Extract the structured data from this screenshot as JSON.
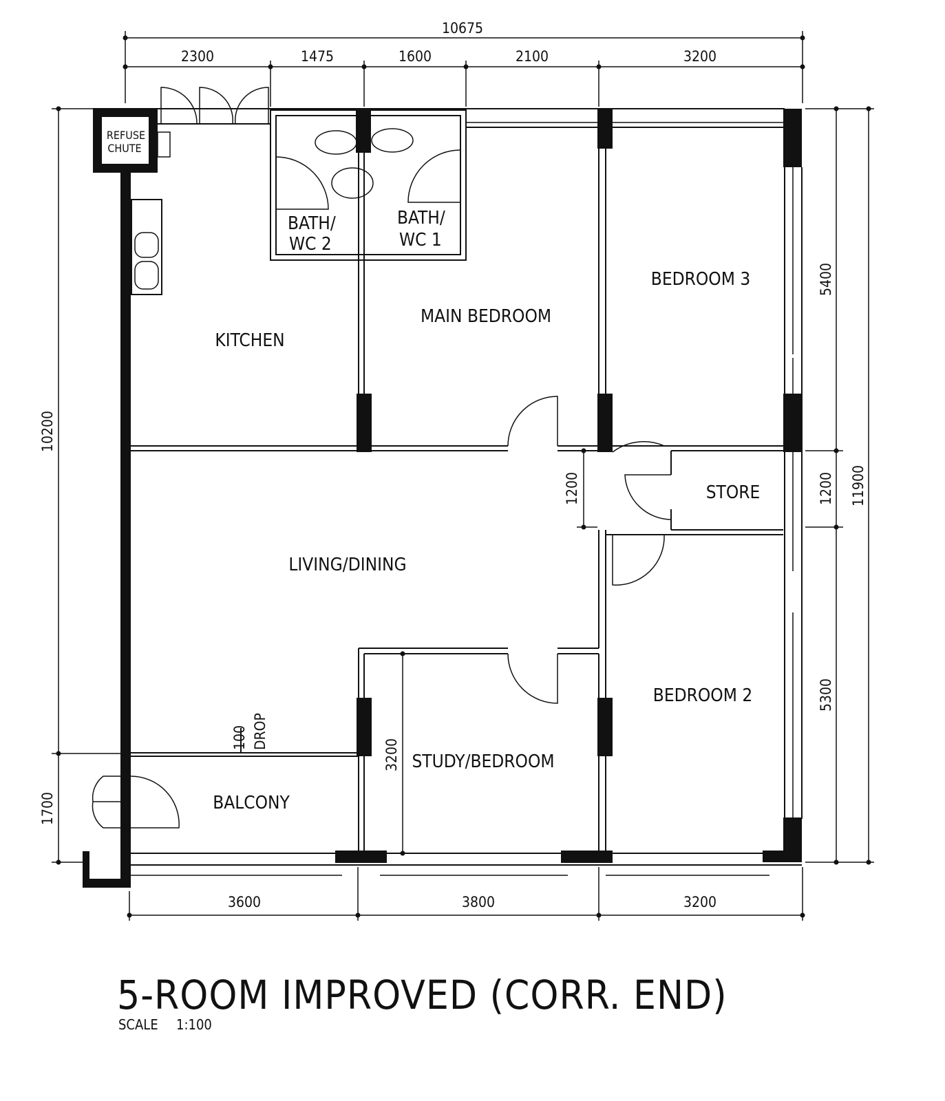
{
  "title": "5-ROOM IMPROVED (CORR. END)",
  "scale": {
    "label": "SCALE",
    "value": "1:100"
  },
  "dimensions": {
    "overall_width": "10675",
    "top": [
      "2300",
      "1475",
      "1600",
      "2100",
      "3200"
    ],
    "bottom": [
      "3600",
      "3800",
      "3200"
    ],
    "left": [
      "10200",
      "1700"
    ],
    "right": [
      "5400",
      "1200",
      "5300"
    ],
    "overall_depth": "11900",
    "interior_corridor": "1200",
    "study_depth": "3200",
    "drop": {
      "value": "100",
      "label": "DROP"
    }
  },
  "rooms": {
    "refuse_chute": [
      "REFUSE",
      "CHUTE"
    ],
    "bath_wc_2": [
      "BATH/",
      "WC 2"
    ],
    "bath_wc_1": [
      "BATH/",
      "WC 1"
    ],
    "kitchen": "KITCHEN",
    "main_bedroom": "MAIN BEDROOM",
    "bedroom_3": "BEDROOM 3",
    "store": "STORE",
    "living_dining": "LIVING/DINING",
    "bedroom_2": "BEDROOM 2",
    "study_bedroom": "STUDY/BEDROOM",
    "balcony": "BALCONY"
  }
}
